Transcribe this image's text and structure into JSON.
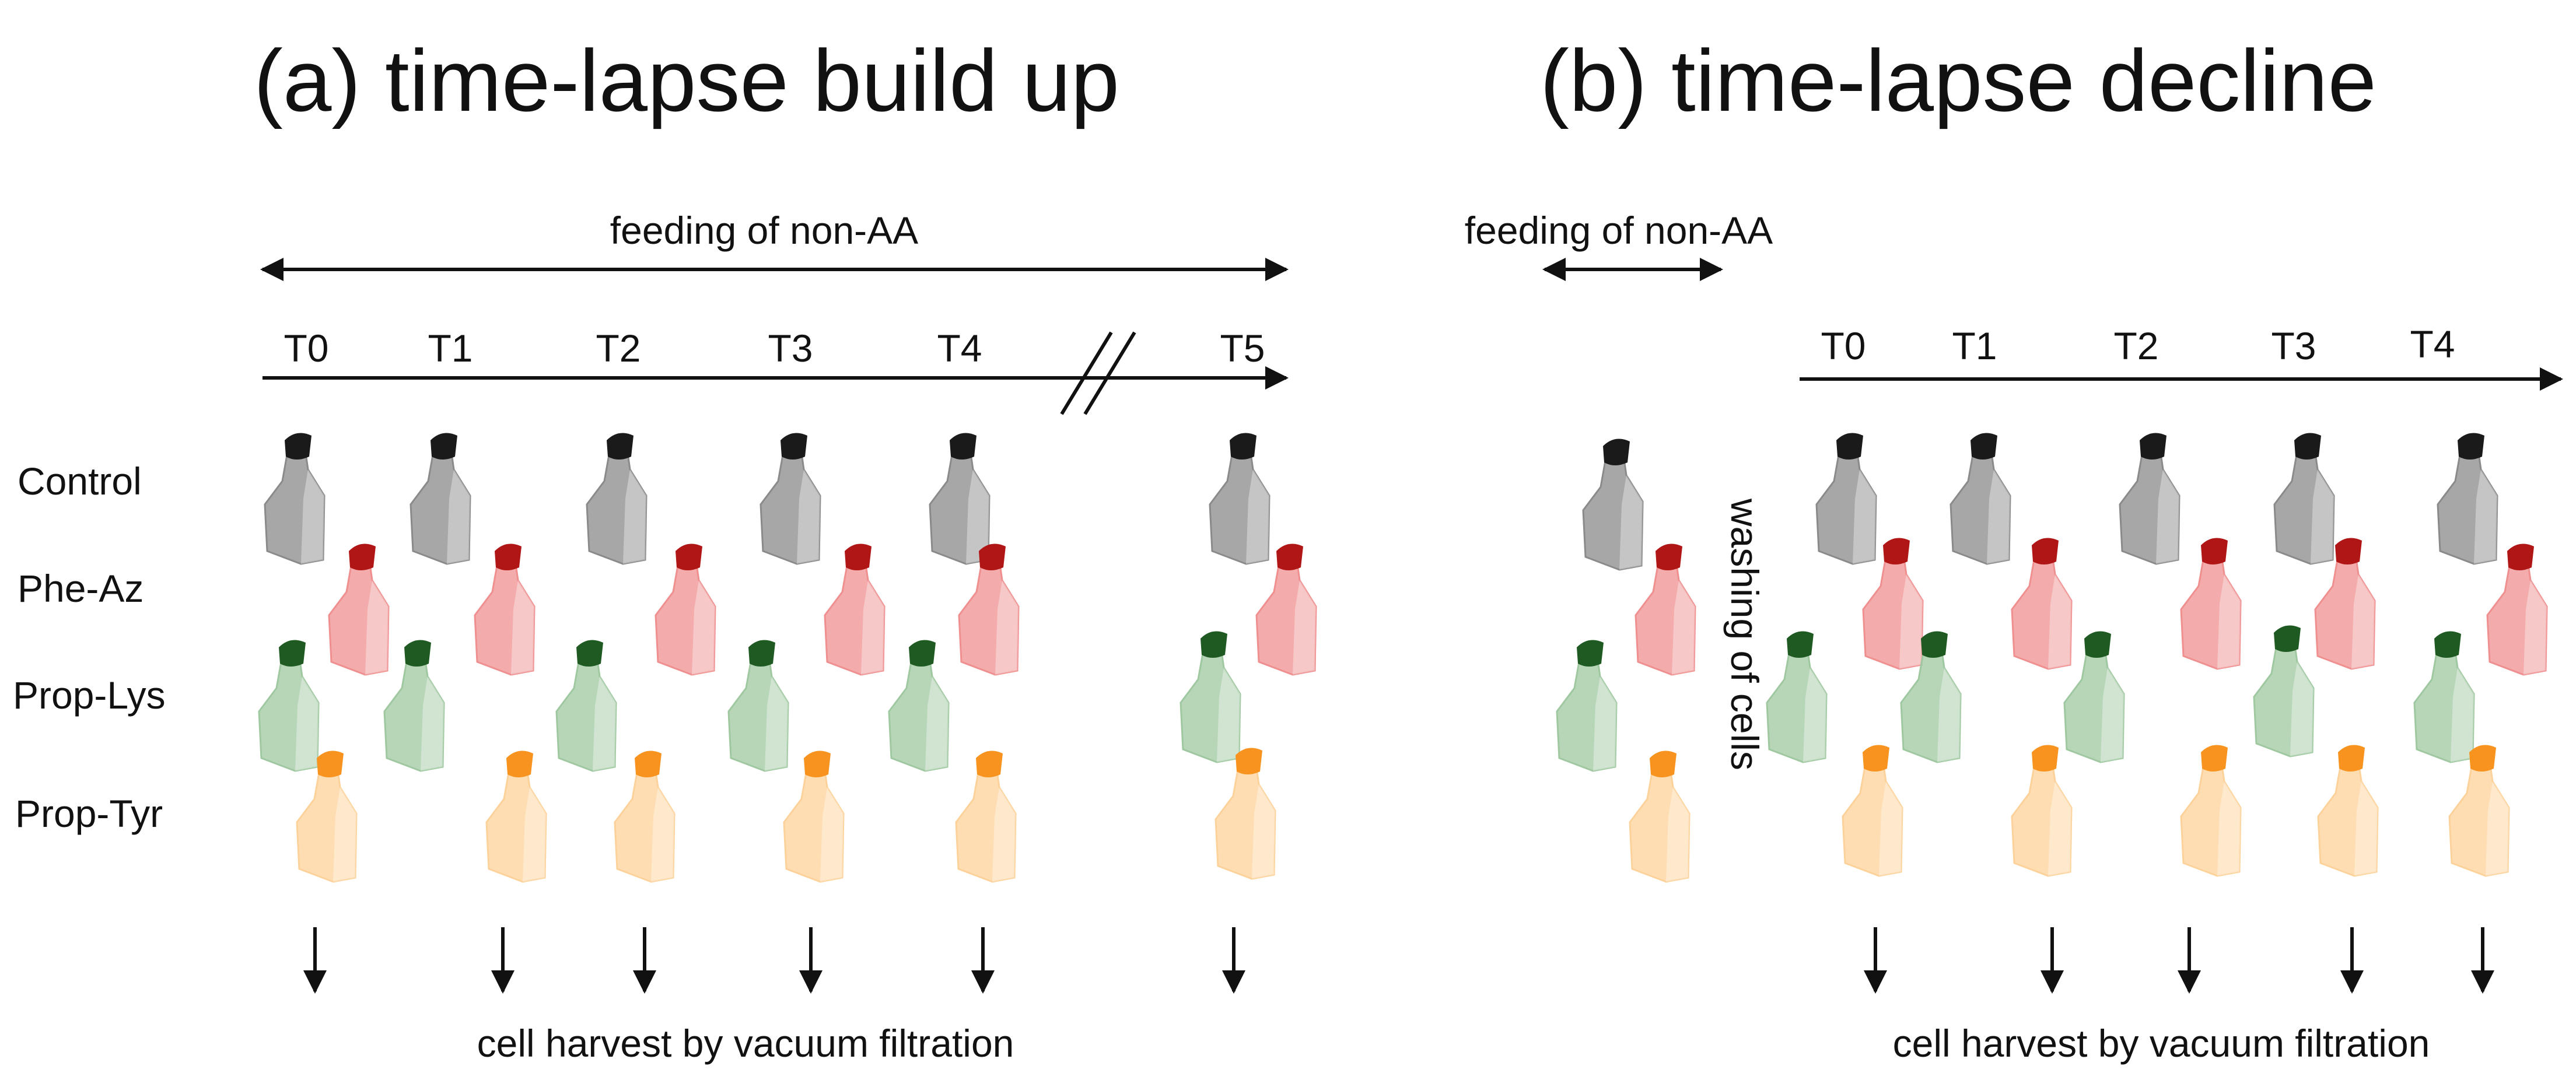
{
  "panel_a": {
    "title": "(a) time-lapse build up",
    "feeding_label": "feeding of non-AA",
    "timepoints": [
      "T0",
      "T1",
      "T2",
      "T3",
      "T4",
      "T5"
    ],
    "harvest_label": "cell harvest by vacuum filtration"
  },
  "panel_b": {
    "title": "(b) time-lapse decline",
    "feeding_label": "feeding of non-AA",
    "washing_label": "washing of cells",
    "timepoints": [
      "T0",
      "T1",
      "T2",
      "T3",
      "T4"
    ],
    "harvest_label": "cell harvest by vacuum filtration"
  },
  "rows": [
    "Control",
    "Phe-Az",
    "Prop-Lys",
    "Prop-Tyr"
  ],
  "flask_colors": {
    "Control": {
      "body": "#8a8a8a",
      "cap": "#1a1a1a"
    },
    "Phe-Az": {
      "body": "#ef8f8f",
      "cap": "#b01616"
    },
    "Prop-Lys": {
      "body": "#9fc8a0",
      "cap": "#1e5a22"
    },
    "Prop-Tyr": {
      "body": "#fdd29a",
      "cap": "#f7931e"
    }
  }
}
